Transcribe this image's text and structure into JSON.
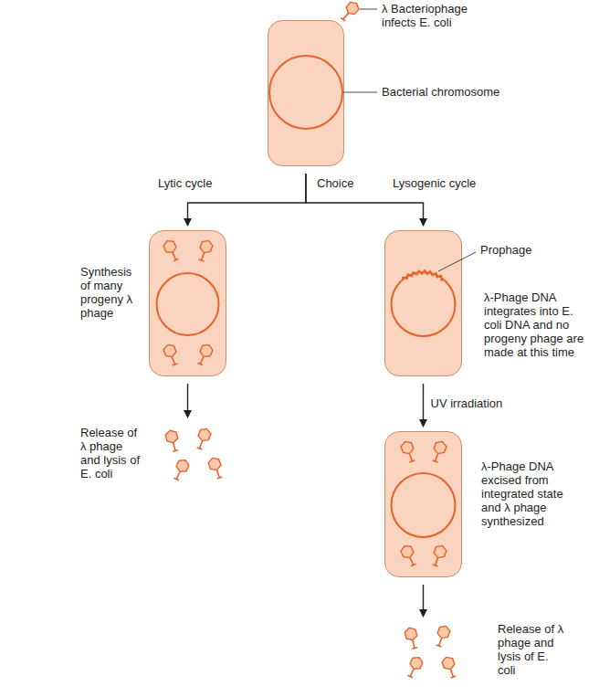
{
  "diagram": {
    "nodes": [
      {
        "text": [
          "λ Bacteriophage infects E. coli",
          "Bacterial chromosome"
        ]
      },
      {
        "text": [
          "Synthesis of many progeny λ phage"
        ]
      },
      {
        "text": [
          "Prophage",
          "λ-Phage DNA integrates into E. coli DNA and no progeny phage are made at this time"
        ]
      },
      {
        "text": [
          "λ-Phage DNA excised from integrated state and λ phage synthesized"
        ]
      },
      {
        "text": [
          "Release of λ phage and lysis of E. coli"
        ]
      },
      {
        "text": [
          "Release of λ phage and lysis of E. coli"
        ]
      }
    ],
    "edges": [
      {
        "from": 0,
        "to": 1,
        "arrow": "to",
        "label": "Lytic cycle"
      },
      {
        "from": 0,
        "to": 2,
        "arrow": "to",
        "label": "Lysogenic cycle"
      },
      {
        "from": 1,
        "to": 4,
        "arrow": "to"
      },
      {
        "from": 2,
        "to": 3,
        "arrow": "to",
        "label": "UV irradiation"
      },
      {
        "from": 3,
        "to": 5,
        "arrow": "to"
      }
    ],
    "labels": [
      "Choice"
    ]
  }
}
